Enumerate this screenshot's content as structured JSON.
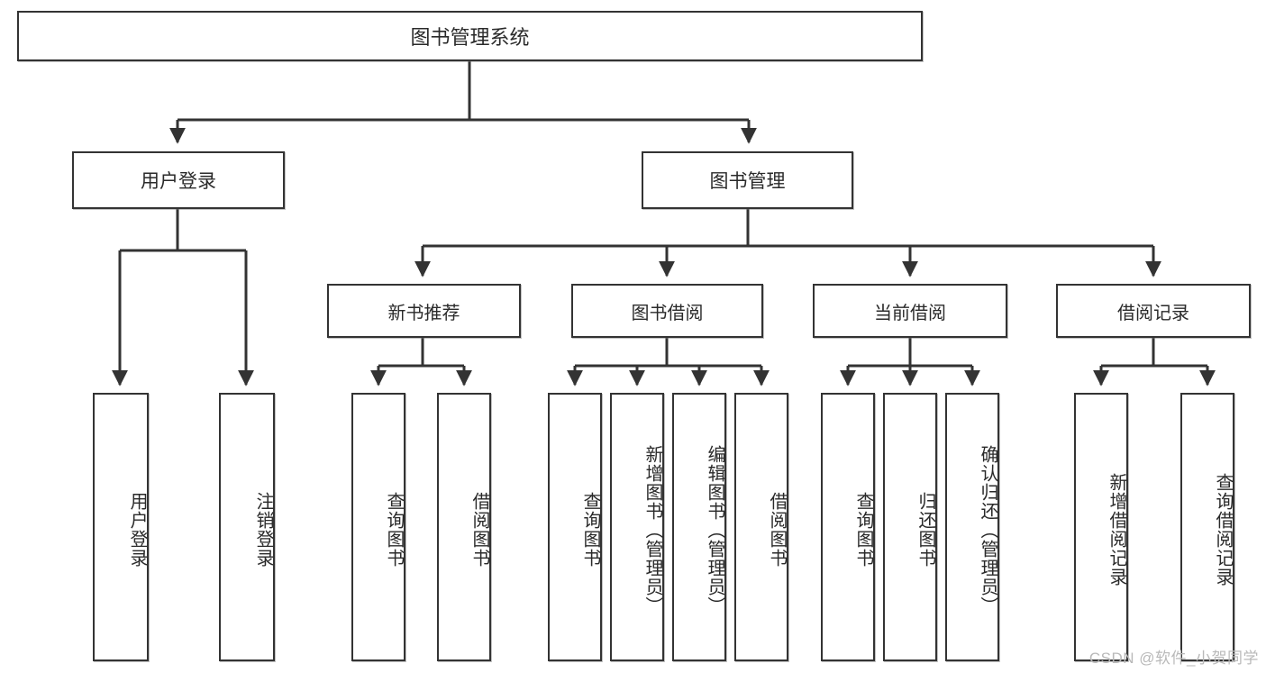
{
  "diagram": {
    "title": "图书管理系统",
    "root": {
      "label": "图书管理系统"
    },
    "level2": [
      {
        "label": "用户登录"
      },
      {
        "label": "图书管理"
      }
    ],
    "level3": [
      {
        "label": "新书推荐"
      },
      {
        "label": "图书借阅"
      },
      {
        "label": "当前借阅"
      },
      {
        "label": "借阅记录"
      }
    ],
    "leaves": [
      {
        "label": "用户登录"
      },
      {
        "label": "注销登录"
      },
      {
        "label": "查询图书"
      },
      {
        "label": "借阅图书"
      },
      {
        "label": "查询图书"
      },
      {
        "label": "新增图书（管理员）"
      },
      {
        "label": "编辑图书（管理员）"
      },
      {
        "label": "借阅图书"
      },
      {
        "label": "查询图书"
      },
      {
        "label": "归还图书"
      },
      {
        "label": "确认归还（管理员）"
      },
      {
        "label": "新增借阅记录"
      },
      {
        "label": "查询借阅记录"
      }
    ]
  },
  "watermark": {
    "text": "CSDN @软件_小贺同学"
  },
  "colors": {
    "stroke": "#333333",
    "text": "#2a2a2a",
    "background": "#ffffff",
    "watermark": "#b9b9b9"
  }
}
